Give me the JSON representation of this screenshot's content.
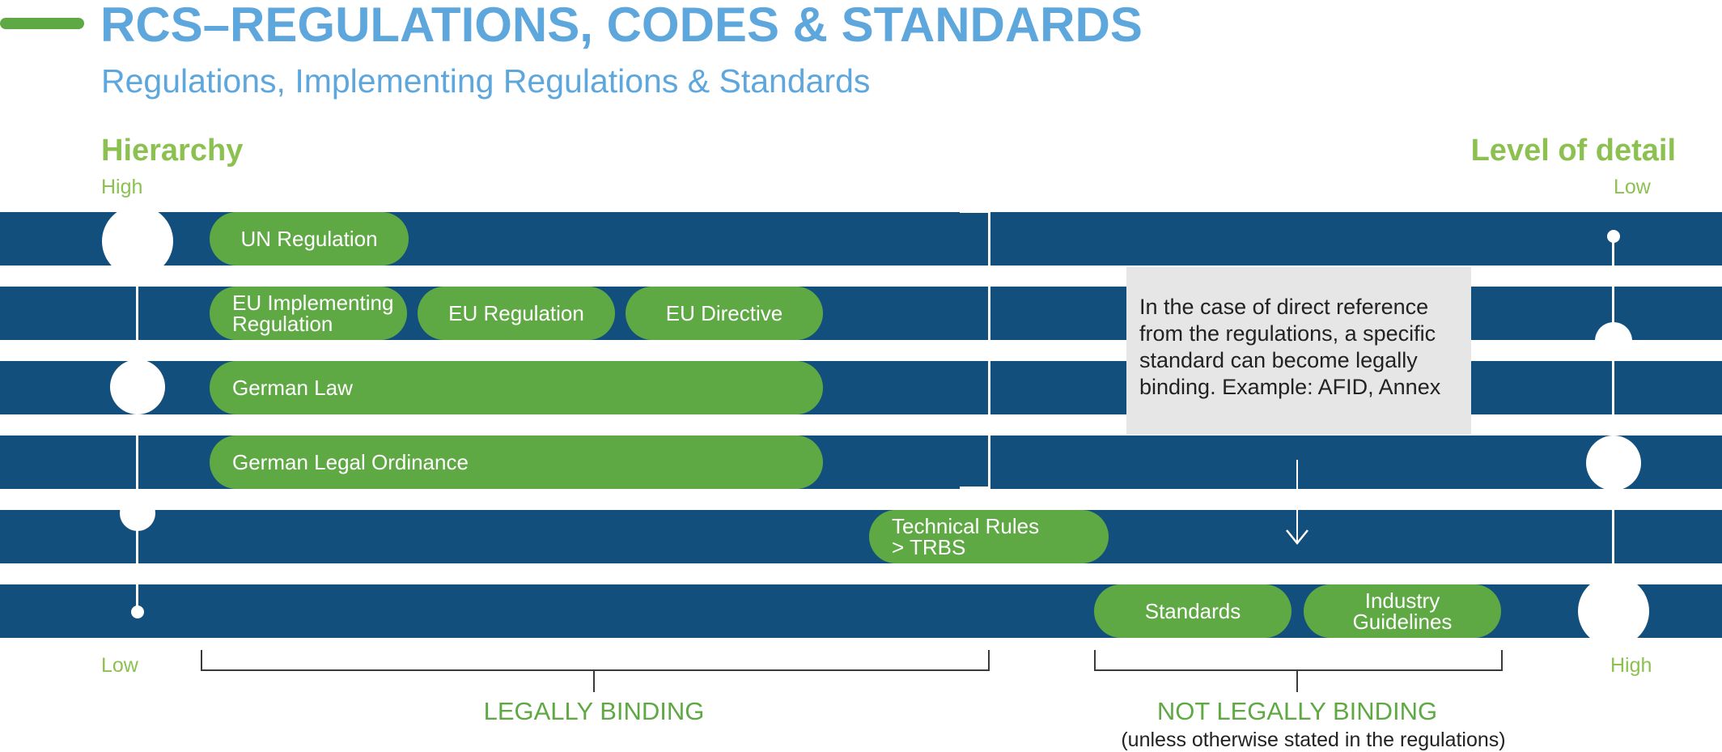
{
  "header": {
    "title": "RCS–REGULATIONS, CODES & STANDARDS",
    "subtitle": "Regulations, Implementing Regulations & Standards"
  },
  "left_axis": {
    "title": "Hierarchy",
    "top_label": "High",
    "bottom_label": "Low"
  },
  "right_axis": {
    "title": "Level of detail",
    "top_label": "Low",
    "bottom_label": "High"
  },
  "pills": {
    "un_regulation": "UN Regulation",
    "eu_implementing_regulation": "EU Implementing\nRegulation",
    "eu_regulation": "EU Regulation",
    "eu_directive": "EU Directive",
    "german_law": "German Law",
    "german_legal_ordinance": "German Legal Ordinance",
    "technical_rules": "Technical Rules\n> TRBS",
    "standards": "Standards",
    "industry_guidelines": "Industry\nGuidelines"
  },
  "note": "In the case of direct reference from the regulations, a specific standard can become legally binding. Example: AFID, Annex",
  "brackets": {
    "legally_binding": "LEGALLY BINDING",
    "not_legally_binding": "NOT LEGALLY BINDING",
    "not_legally_binding_note": "(unless otherwise stated in the regulations)"
  },
  "colors": {
    "band": "#134f7c",
    "pill": "#5fa944",
    "title_blue": "#5ea7dd",
    "label_green": "#8cc152",
    "note_bg": "#e6e6e6"
  }
}
